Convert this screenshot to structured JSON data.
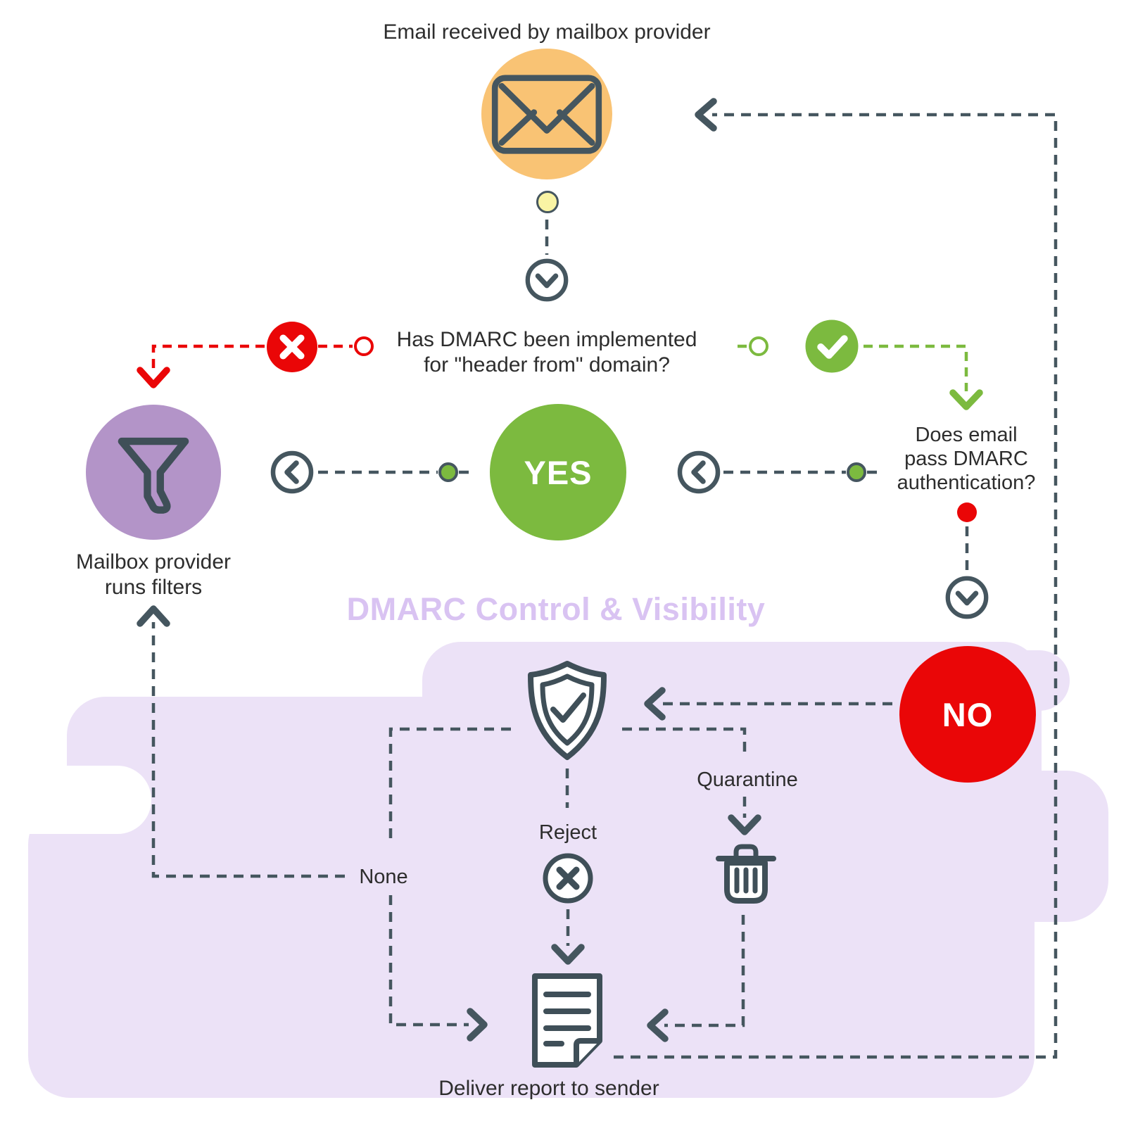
{
  "labels": {
    "email_received": "Email received by mailbox provider",
    "question_dmarc_line1": "Has DMARC been implemented",
    "question_dmarc_line2": "for \"header from\" domain?",
    "yes": "YES",
    "no": "NO",
    "mailbox_filters_line1": "Mailbox provider",
    "mailbox_filters_line2": "runs filters",
    "question_pass_line1": "Does email",
    "question_pass_line2": "pass DMARC",
    "question_pass_line3": "authentication?",
    "section_title": "DMARC Control & Visibility",
    "policy_none": "None",
    "policy_reject": "Reject",
    "policy_quarantine": "Quarantine",
    "deliver_report": "Deliver report to sender"
  },
  "colors": {
    "slate_line": "#45565f",
    "red": "#ea0607",
    "green": "#7cba3f",
    "orange": "#f9c374",
    "purple": "#b394c8",
    "lavender_blob": "#ece2f7",
    "lavender_title": "#d9c3f2",
    "yellow_dot": "#f9f4a4",
    "text": "#2d2d2d"
  },
  "icons": [
    "envelope-icon",
    "chevron-down-circle-icon",
    "chevron-left-circle-icon",
    "x-badge-icon",
    "check-badge-icon",
    "funnel-icon",
    "shield-check-icon",
    "x-circle-icon",
    "trash-icon",
    "report-document-icon"
  ]
}
